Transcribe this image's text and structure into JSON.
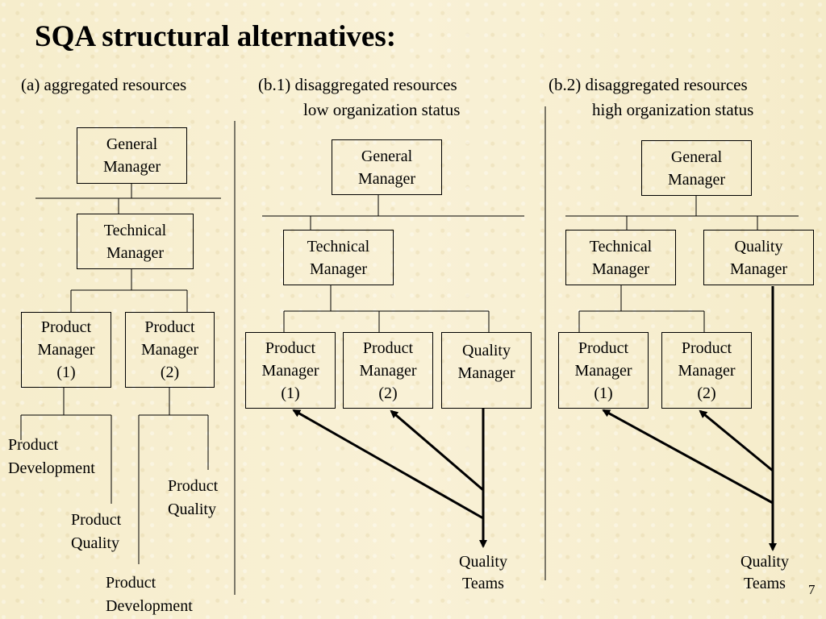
{
  "title": "SQA structural alternatives:",
  "columns": {
    "a": {
      "heading": "(a) aggregated resources",
      "general_manager": [
        "General",
        "Manager"
      ],
      "technical_manager": [
        "Technical",
        "Manager"
      ],
      "product_manager_1": [
        "Product",
        "Manager",
        "(1)"
      ],
      "product_manager_2": [
        "Product",
        "Manager",
        "(2)"
      ],
      "pm1_development": [
        "Product",
        "Development"
      ],
      "pm1_quality": [
        "Product",
        "Quality"
      ],
      "pm2_quality": [
        "Product",
        "Quality"
      ],
      "pm2_development": [
        "Product",
        "Development"
      ]
    },
    "b1": {
      "heading_line1": "(b.1) disaggregated resources",
      "heading_line2": "low organization status",
      "general_manager": [
        "General",
        "Manager"
      ],
      "technical_manager": [
        "Technical",
        "Manager"
      ],
      "product_manager_1": [
        "Product",
        "Manager",
        "(1)"
      ],
      "product_manager_2": [
        "Product",
        "Manager",
        "(2)"
      ],
      "quality_manager": [
        "Quality",
        "Manager"
      ],
      "quality_teams": [
        "Quality",
        "Teams"
      ]
    },
    "b2": {
      "heading_line1": "(b.2) disaggregated resources",
      "heading_line2": "high organization status",
      "general_manager": [
        "General",
        "Manager"
      ],
      "technical_manager": [
        "Technical",
        "Manager"
      ],
      "quality_manager": [
        "Quality",
        "Manager"
      ],
      "product_manager_1": [
        "Product",
        "Manager",
        "(1)"
      ],
      "product_manager_2": [
        "Product",
        "Manager",
        "(2)"
      ],
      "quality_teams": [
        "Quality",
        "Teams"
      ]
    }
  },
  "page_number": "7"
}
